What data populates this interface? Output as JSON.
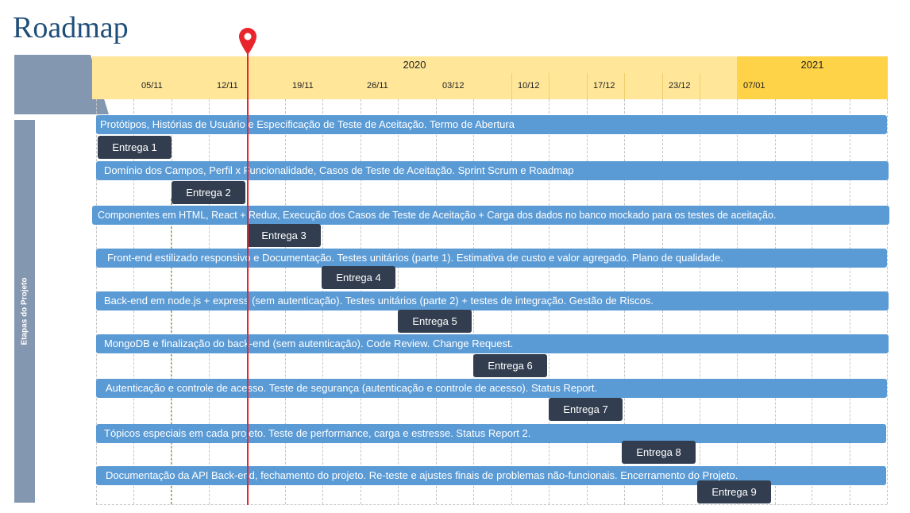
{
  "title": "Roadmap",
  "colors": {
    "title": "#1f4e79",
    "year_2020": "#ffe699",
    "year_2021": "#ffd347",
    "stage_bar": "#5b9bd5",
    "delivery_box": "#323e4f",
    "side_label": "#8497b0",
    "today_marker": "#e8242c"
  },
  "side_label": "Etapas do Projeto",
  "years": [
    "2020",
    "2021"
  ],
  "dates": [
    "05/11",
    "12/11",
    "19/11",
    "26/11",
    "03/12",
    "10/12",
    "17/12",
    "23/12",
    "07/01"
  ],
  "stages": [
    "Protótipos, Histórias de Usuário e Especificação de Teste de Aceitação. Termo de Abertura",
    "Domínio dos Campos, Perfil x Funcionalidade, Casos de Teste de Aceitação. Sprint Scrum e Roadmap",
    "Componentes em HTML, React + Redux, Execução dos Casos de Teste de Aceitação + Carga dos dados no banco mockado para os testes de aceitação.",
    "Front-end estilizado responsivo e Documentação. Testes unitários (parte 1). Estimativa de custo e valor agregado. Plano de qualidade.",
    "Back-end em node.js + express (sem autenticação). Testes unitários (parte 2) + testes de integração. Gestão de Riscos.",
    "MongoDB e finalização do back-end (sem autenticação). Code Review. Change Request.",
    "Autenticação e controle de acesso. Teste de segurança (autenticação e controle de acesso). Status Report.",
    "Tópicos especiais em cada projeto. Teste de performance, carga e estresse. Status Report 2.",
    "Documentação da API Back-end, fechamento do projeto. Re-teste e ajustes finais de problemas não-funcionais. Encerramento do Projeto."
  ],
  "deliveries": [
    "Entrega 1",
    "Entrega 2",
    "Entrega 3",
    "Entrega 4",
    "Entrega 5",
    "Entrega 6",
    "Entrega 7",
    "Entrega 8",
    "Entrega 9"
  ]
}
